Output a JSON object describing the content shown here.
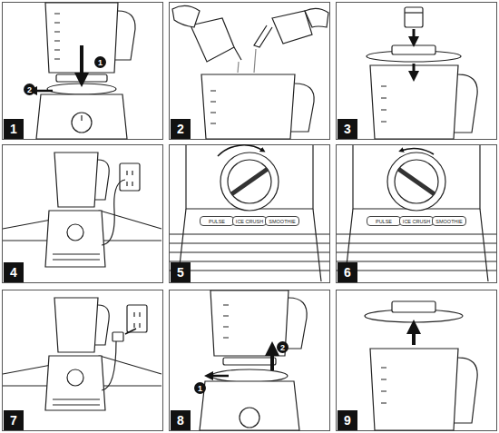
{
  "diagram": {
    "labels": [
      "1",
      "1",
      "2",
      "2",
      "3",
      "4",
      "PULSE",
      "ICE CRUSH",
      "SMOOTHIE",
      "5",
      "PULSE",
      "ICE CRUSH",
      "SMOOTHIE",
      "6",
      "7",
      "1",
      "2",
      "8",
      "9"
    ]
  }
}
